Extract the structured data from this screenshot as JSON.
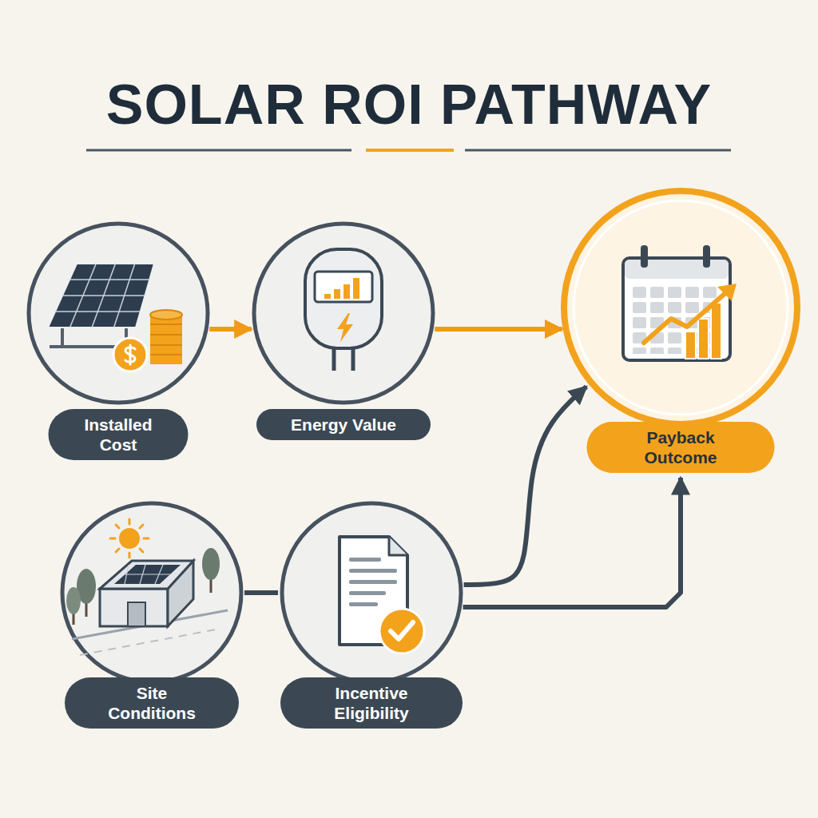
{
  "diagram": {
    "title": "SOLAR ROI PATHWAY",
    "nodes": [
      {
        "text": [
          "Installed Cost"
        ]
      },
      {
        "text": [
          "Energy Value"
        ]
      },
      {
        "text": [
          "Payback Outcome"
        ]
      },
      {
        "text": [
          "Site Conditions"
        ]
      },
      {
        "text": [
          "Incentive Eligibility"
        ]
      }
    ],
    "edges": [
      {
        "from": 0,
        "to": 1,
        "arrow": "to"
      },
      {
        "from": 1,
        "to": 2,
        "arrow": "to"
      },
      {
        "from": 3,
        "to": 4,
        "arrow": "none"
      },
      {
        "from": 4,
        "to": 2,
        "arrow": "to"
      },
      {
        "from": 4,
        "to": 2,
        "arrow": "to"
      }
    ]
  }
}
